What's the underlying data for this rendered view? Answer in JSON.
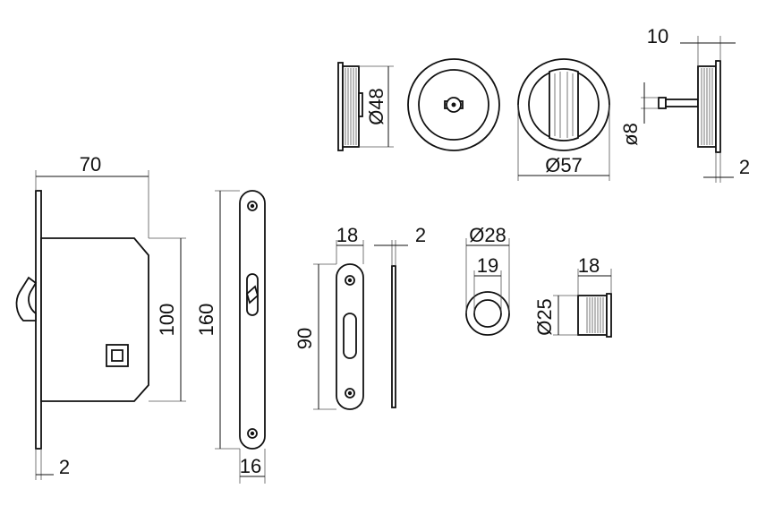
{
  "dimensions": {
    "body_width": "70",
    "body_height": "100",
    "faceplate_thickness": "2",
    "faceplate_height": "160",
    "faceplate_width": "16",
    "strike_height": "90",
    "strike_width": "18",
    "strike_thickness": "2",
    "pull_outer_dia": "Ø28",
    "pull_inner_dia": "19",
    "pull_depth": "18",
    "pull_side_dia": "Ø25",
    "rose_dia_inner": "Ø48",
    "rose_dia_outer": "Ø57",
    "spindle_dia": "ø8",
    "spindle_length": "10",
    "rose_thickness": "2"
  }
}
